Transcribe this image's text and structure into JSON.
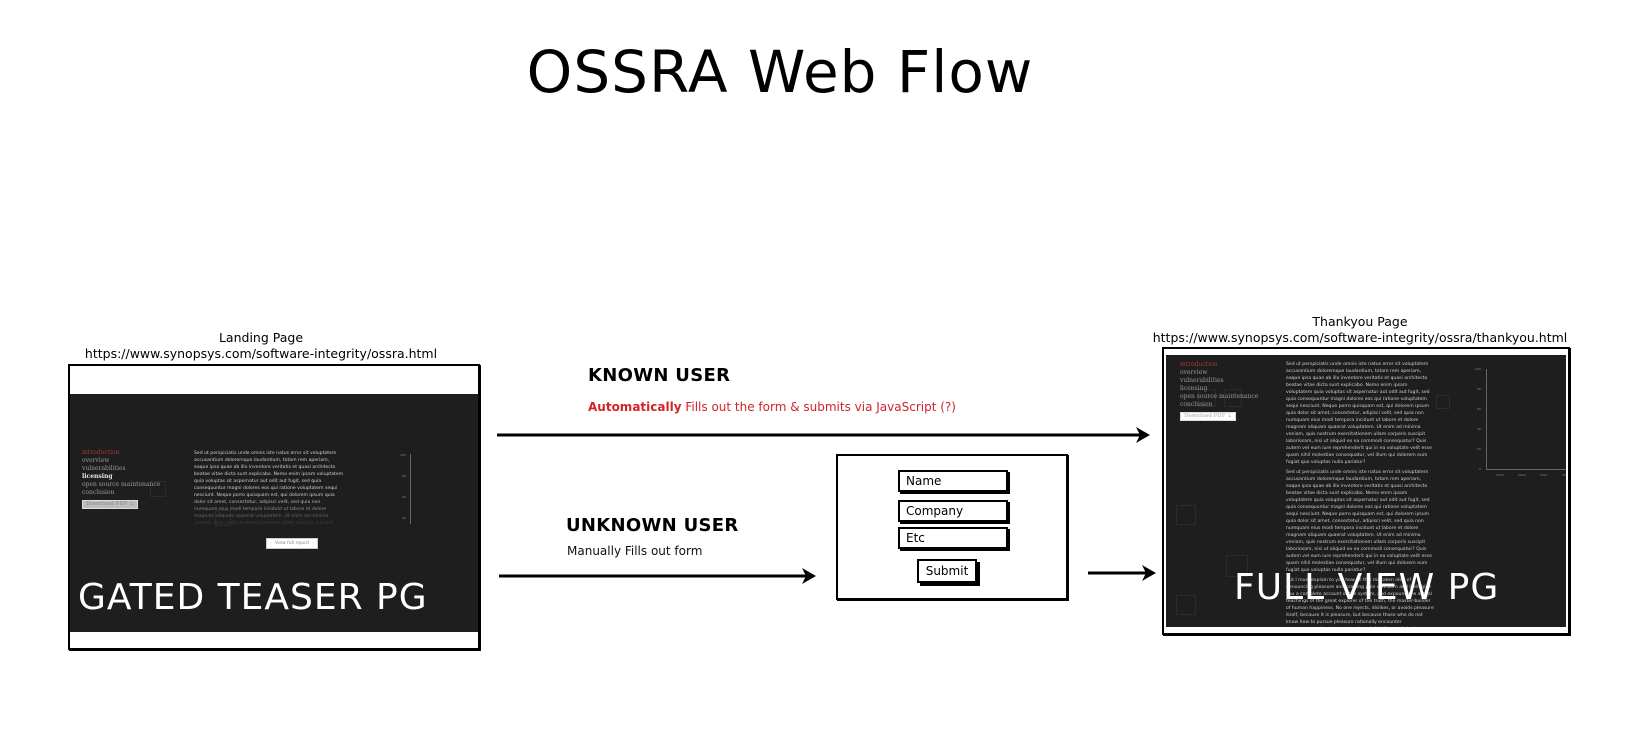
{
  "title": "OSSRA Web Flow",
  "landing": {
    "caption_title": "Landing Page",
    "caption_url": "https://www.synopsys.com/software-integrity/ossra.html",
    "label": "GATED TEASER PG",
    "nav": [
      "introduction",
      "overview",
      "vulnerabilities",
      "licensing",
      "open source maintenance",
      "conclusion"
    ],
    "download_label": "Download PDF ⤓",
    "body": "Sed ut perspiciatis unde omnis iste natus error sit voluptatem accusantium doloremque laudantium, totam rem aperiam, eaque ipsa quae ab illo inventore veritatis et quasi architecto beatae vitae dicta sunt explicabo. Nemo enim ipsam voluptatem quia voluptas sit aspernatur aut odit aut fugit, sed quia consequuntur magni dolores eos qui ratione voluptatem sequi nesciunt. Neque porro quisquam est, qui dolorem ipsum quia dolor sit amet, consectetur, adipisci velit, sed quia non numquam eius modi tempora incidunt ut labore et dolore magnam aliquam quaerat voluptatem. Ut enim ad minima veniam, quis nostrum exercitationem ullam corporis suscipit laboriosam, nisi ut aliquid ex ea commodi consequatur? Quis autem vel eum iure reprehenderit qui in ea",
    "view_full_report": "View full report",
    "mini_chart_ticks": [
      "100",
      "80",
      "60",
      "40"
    ]
  },
  "known_user": {
    "heading": "KNOWN USER",
    "desc_emphasis": "Automatically",
    "desc_rest": " Fills out the form & submits via JavaScript (?)"
  },
  "unknown_user": {
    "heading": "UNKNOWN USER",
    "desc": "Manually Fills out form"
  },
  "form": {
    "fields": [
      "Name",
      "Company",
      "Etc"
    ],
    "submit_label": "Submit"
  },
  "thankyou": {
    "caption_title": "Thankyou Page",
    "caption_url": "https://www.synopsys.com/software-integrity/ossra/thankyou.html",
    "label": "FULL VIEW PG",
    "nav": [
      "introduction",
      "overview",
      "vulnerabilities",
      "licensing",
      "open source maintenance",
      "conclusion"
    ],
    "download_label": "Download PDF ⤓",
    "body": [
      "Sed ut perspiciatis unde omnis iste natus error sit voluptatem accusantium doloremque laudantium, totam rem aperiam, eaque ipsa quae ab illo inventore veritatis et quasi architecto beatae vitae dicta sunt explicabo. Nemo enim ipsam voluptatem quia voluptas sit aspernatur aut odit aut fugit, sed quia consequuntur magni dolores eos qui ratione voluptatem sequi nesciunt. Neque porro quisquam est, qui dolorem ipsum quia dolor sit amet, consectetur, adipisci velit, sed quia non numquam eius modi tempora incidunt ut labore et dolore magnam aliquam quaerat voluptatem. Ut enim ad minima veniam, quis nostrum exercitationem ullam corporis suscipit laboriosam, nisi ut aliquid ex ea commodi consequatur? Quis autem vel eum iure reprehenderit qui in ea voluptate velit esse quam nihil molestiae consequatur, vel illum qui dolorem eum fugiat quo voluptas nulla pariatur?",
      "Sed ut perspiciatis unde omnis iste natus error sit voluptatem accusantium doloremque laudantium, totam rem aperiam, eaque ipsa quae ab illo inventore veritatis et quasi architecto beatae vitae dicta sunt explicabo. Nemo enim ipsam voluptatem quia voluptas sit aspernatur aut odit aut fugit, sed quia consequuntur magni dolores eos qui ratione voluptatem sequi nesciunt. Neque porro quisquam est, qui dolorem ipsum quia dolor sit amet, consectetur, adipisci velit, sed quia non numquam eius modi tempora incidunt ut labore et dolore magnam aliquam quaerat voluptatem. Ut enim ad minima veniam, quis nostrum exercitationem ullam corporis suscipit laboriosam, nisi ut aliquid ex ea commodi consequatur? Quis autem vel eum iure reprehenderit qui in ea voluptate velit esse quam nihil molestiae consequatur, vel illum qui dolorem eum fugiat quo voluptas nulla pariatur?",
      "But I must explain to you how all this mistaken idea of denouncing pleasure and praising pain was born and I will give you a complete account of the system, and expound the actual teachings of the great explorer of the truth, the master-builder of human happiness. No one rejects, dislikes, or avoids pleasure itself, because it is pleasure, but because those who do not know how to pursue pleasure rationally encounter consequences that are extremely painful. Nor again is there anyone who loves or pursues or desires to obtain pain of itself, because it is pain, but because occasionally circumstances occur in which toil and pain can procure him some great pleasure. To take a trivial example,"
    ],
    "mini_chart_ticks": [
      "100",
      "80",
      "60",
      "40",
      "20",
      "0"
    ],
    "mini_chart_xticks": [
      "2015",
      "2016",
      "2017",
      "2018"
    ]
  },
  "colors": {
    "dark_bg": "#1e1e1e",
    "accent_red": "#d0242a",
    "nav_active": "#a83a32"
  }
}
